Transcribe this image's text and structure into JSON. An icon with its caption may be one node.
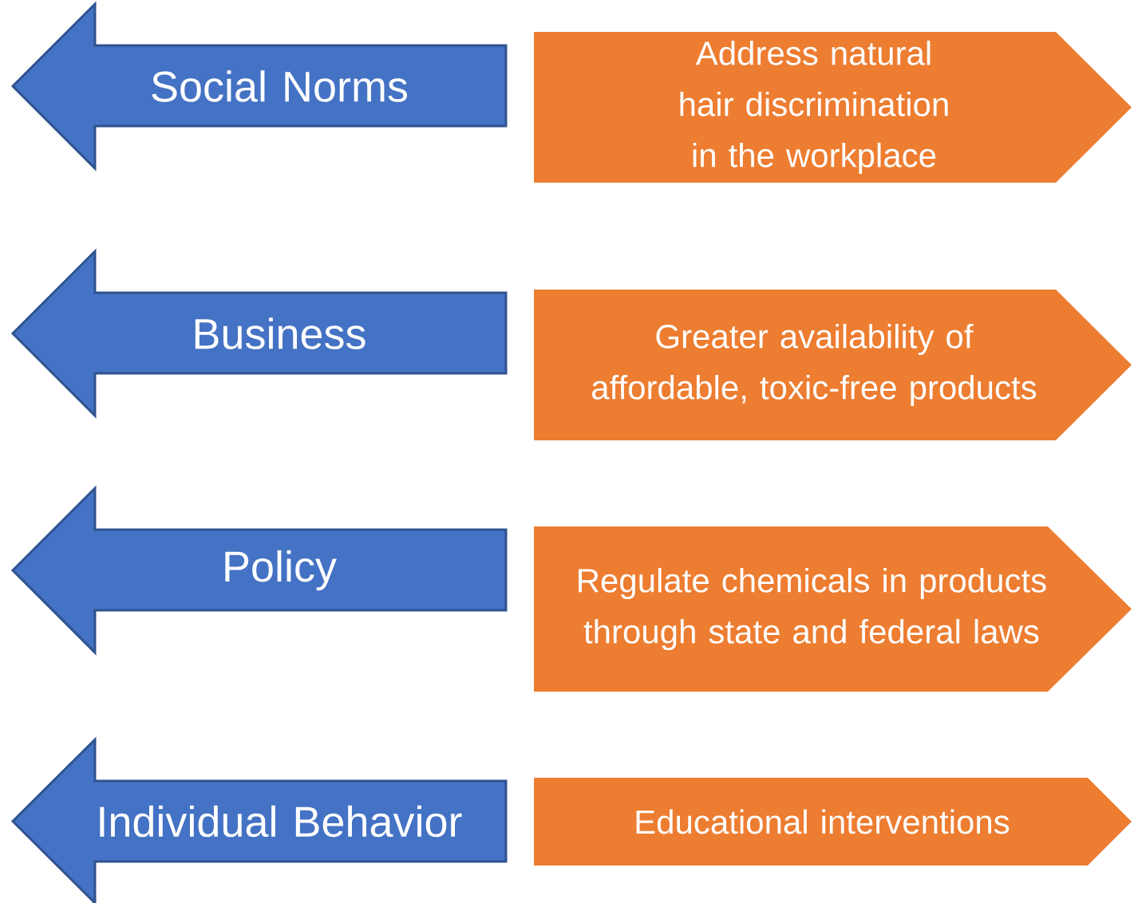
{
  "diagram": {
    "nodes": [
      {
        "text": [
          "Social Norms"
        ]
      },
      {
        "text": [
          "Address natural hair discrimination in the workplace"
        ]
      },
      {
        "text": [
          "Business"
        ]
      },
      {
        "text": [
          "Greater availability of affordable, toxic-free products"
        ]
      },
      {
        "text": [
          "Policy"
        ]
      },
      {
        "text": [
          "Regulate chemicals in products through state and federal laws"
        ]
      },
      {
        "text": [
          "Individual Behavior"
        ]
      },
      {
        "text": [
          "Educational interventions"
        ]
      }
    ]
  }
}
